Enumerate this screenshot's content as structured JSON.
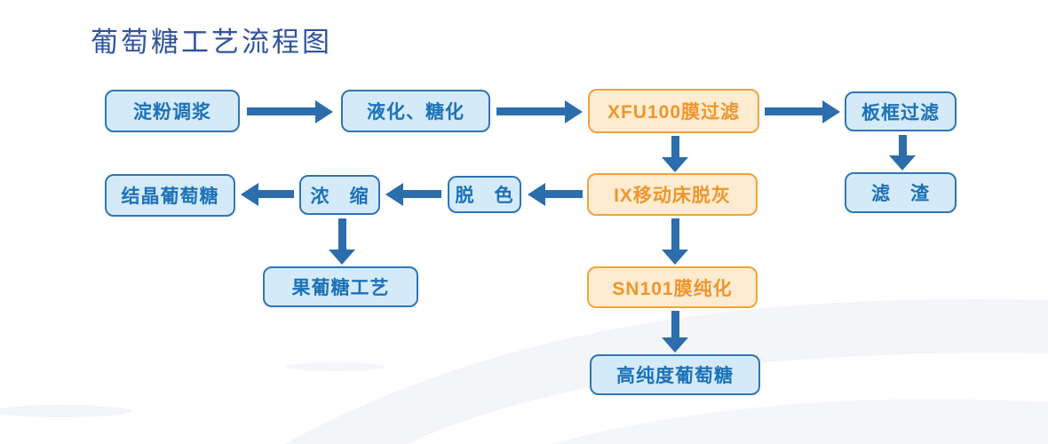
{
  "page": {
    "title": "葡萄糖工艺流程图"
  },
  "colors": {
    "title_text": "#2f539e",
    "box_blue_fill": "#d5eaf8",
    "box_blue_border": "#2e75b6",
    "box_blue_text": "#1b72b8",
    "box_orange_fill": "#fdeccf",
    "box_orange_border": "#efa33f",
    "box_orange_text": "#f0952e",
    "arrow": "#2c6dac",
    "background_swoosh": "#f3f5f8"
  },
  "flowchart": {
    "nodes": [
      {
        "id": "starch-slurry",
        "label": "淀粉调浆",
        "variant": "blue"
      },
      {
        "id": "liquefaction-saccharification",
        "label": "液化、糖化",
        "variant": "blue"
      },
      {
        "id": "xfu100-membrane-filtration",
        "label": "XFU100膜过滤",
        "variant": "orange"
      },
      {
        "id": "plate-frame-filtration",
        "label": "板框过滤",
        "variant": "blue"
      },
      {
        "id": "filter-residue",
        "label": "滤　渣",
        "variant": "blue"
      },
      {
        "id": "ix-moving-bed-deashing",
        "label": "IX移动床脱灰",
        "variant": "orange"
      },
      {
        "id": "decolorization",
        "label": "脱　色",
        "variant": "blue"
      },
      {
        "id": "concentration",
        "label": "浓　缩",
        "variant": "blue"
      },
      {
        "id": "crystalline-glucose",
        "label": "结晶葡萄糖",
        "variant": "blue"
      },
      {
        "id": "fructose-glucose-process",
        "label": "果葡糖工艺",
        "variant": "blue"
      },
      {
        "id": "sn101-membrane-purification",
        "label": "SN101膜纯化",
        "variant": "orange"
      },
      {
        "id": "high-purity-glucose",
        "label": "高纯度葡萄糖",
        "variant": "blue"
      }
    ],
    "connections": [
      {
        "from": "淀粉调浆",
        "to": "液化、糖化"
      },
      {
        "from": "液化、糖化",
        "to": "XFU100膜过滤"
      },
      {
        "from": "XFU100膜过滤",
        "to": "板框过滤"
      },
      {
        "from": "板框过滤",
        "to": "滤　渣"
      },
      {
        "from": "XFU100膜过滤",
        "to": "IX移动床脱灰"
      },
      {
        "from": "IX移动床脱灰",
        "to": "脱　色"
      },
      {
        "from": "脱　色",
        "to": "浓　缩"
      },
      {
        "from": "浓　缩",
        "to": "结晶葡萄糖"
      },
      {
        "from": "浓　缩",
        "to": "果葡糖工艺"
      },
      {
        "from": "IX移动床脱灰",
        "to": "SN101膜纯化"
      },
      {
        "from": "SN101膜纯化",
        "to": "高纯度葡萄糖"
      }
    ]
  }
}
